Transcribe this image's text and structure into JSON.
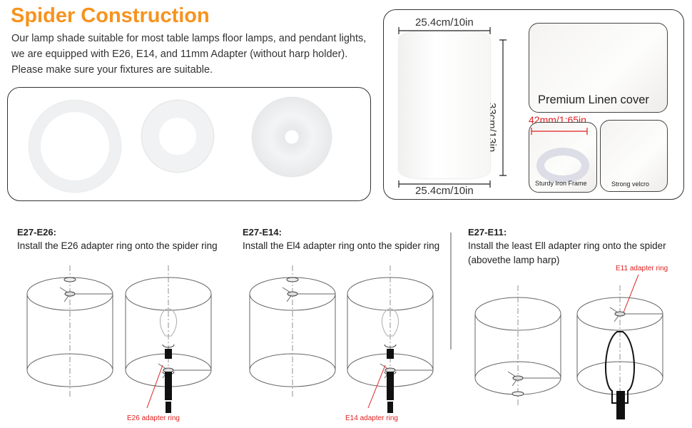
{
  "title": "Spider Construction",
  "intro_lines": [
    "Our lamp shade suitable for most table lamps floor lamps, and pendant lights,",
    "we are equipped with E26, E14, and 11mm Adapter (without harp holder).",
    "Please make sure your fixtures are suitable."
  ],
  "dimensions": {
    "top_width": "25.4cm/10in",
    "bottom_width": "25.4cm/10in",
    "height": "33cm/13in"
  },
  "features": {
    "linen": "Premium Linen cover",
    "frame_size": "42mm/1:65in",
    "frame": "Sturdy Iron Frame",
    "velcro": "Strong velcro"
  },
  "steps": [
    {
      "heading": "E27-E26:",
      "text": [
        "Install the E26 adapter ring onto the spider ring"
      ],
      "callout": "E26 adapter ring"
    },
    {
      "heading": "E27-E14:",
      "text": [
        "Install the El4 adapter ring onto the spider ring"
      ],
      "callout": "E14 adapter ring"
    },
    {
      "heading": "E27-E11:",
      "text": [
        "Install the least Ell adapter ring onto the spider",
        "(abovethe lamp harp)"
      ],
      "callout": "E11 adapter ring"
    }
  ],
  "colors": {
    "accent": "#f7931e",
    "callout": "#e02020"
  }
}
